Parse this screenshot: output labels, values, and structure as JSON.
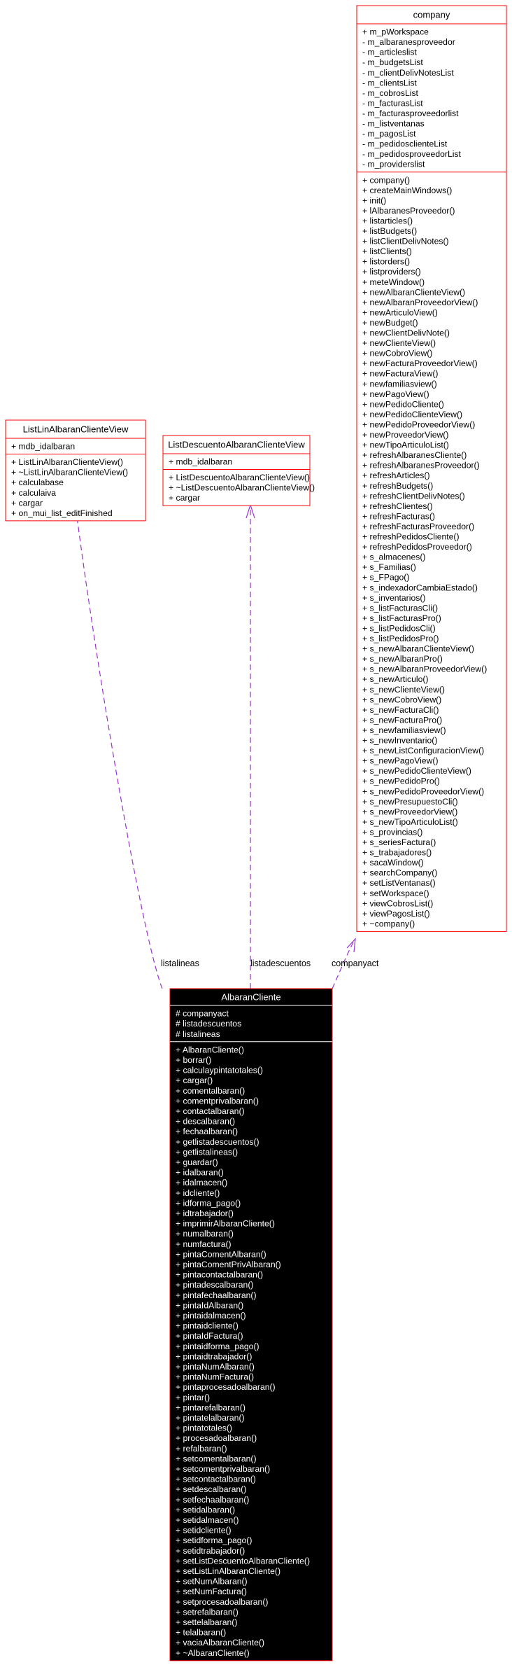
{
  "colors": {
    "border": "#ff0000",
    "edge": "#9a32cd",
    "highlight_fill": "#000000",
    "highlight_text": "#ffffff",
    "normal_fill": "#ffffff",
    "normal_text": "#000000"
  },
  "classes": {
    "company": {
      "title": "company",
      "attributes": [
        "+ m_pWorkspace",
        "- m_albaranesproveedor",
        "- m_articleslist",
        "- m_budgetsList",
        "- m_clientDelivNotesList",
        "- m_clientsList",
        "- m_cobrosList",
        "- m_facturasList",
        "- m_facturasproveedorlist",
        "- m_listventanas",
        "- m_pagosList",
        "- m_pedidosclienteList",
        "- m_pedidosproveedorList",
        "- m_providerslist"
      ],
      "methods": [
        "+ company()",
        "+ createMainWindows()",
        "+ init()",
        "+ lAlbaranesProveedor()",
        "+ listarticles()",
        "+ listBudgets()",
        "+ listClientDelivNotes()",
        "+ listClients()",
        "+ listorders()",
        "+ listproviders()",
        "+ meteWindow()",
        "+ newAlbaranClienteView()",
        "+ newAlbaranProveedorView()",
        "+ newArticuloView()",
        "+ newBudget()",
        "+ newClientDelivNote()",
        "+ newClienteView()",
        "+ newCobroView()",
        "+ newFacturaProveedorView()",
        "+ newFacturaView()",
        "+ newfamiliasview()",
        "+ newPagoView()",
        "+ newPedidoCliente()",
        "+ newPedidoClienteView()",
        "+ newPedidoProveedorView()",
        "+ newProveedorView()",
        "+ newTipoArticuloList()",
        "+ refreshAlbaranesCliente()",
        "+ refreshAlbaranesProveedor()",
        "+ refreshArticles()",
        "+ refreshBudgets()",
        "+ refreshClientDelivNotes()",
        "+ refreshClientes()",
        "+ refreshFacturas()",
        "+ refreshFacturasProveedor()",
        "+ refreshPedidosCliente()",
        "+ refreshPedidosProveedor()",
        "+ s_almacenes()",
        "+ s_Familias()",
        "+ s_FPago()",
        "+ s_indexadorCambiaEstado()",
        "+ s_inventarios()",
        "+ s_listFacturasCli()",
        "+ s_listFacturasPro()",
        "+ s_listPedidosCli()",
        "+ s_listPedidosPro()",
        "+ s_newAlbaranClienteView()",
        "+ s_newAlbaranPro()",
        "+ s_newAlbaranProveedorView()",
        "+ s_newArticulo()",
        "+ s_newClienteView()",
        "+ s_newCobroView()",
        "+ s_newFacturaCli()",
        "+ s_newFacturaPro()",
        "+ s_newfamiliasview()",
        "+ s_newInventario()",
        "+ s_newListConfiguracionView()",
        "+ s_newPagoView()",
        "+ s_newPedidoClienteView()",
        "+ s_newPedidoPro()",
        "+ s_newPedidoProveedorView()",
        "+ s_newPresupuestoCli()",
        "+ s_newProveedorView()",
        "+ s_newTipoArticuloList()",
        "+ s_provincias()",
        "+ s_seriesFactura()",
        "+ s_trabajadores()",
        "+ sacaWindow()",
        "+ searchCompany()",
        "+ setListVentanas()",
        "+ setWorkspace()",
        "+ viewCobrosList()",
        "+ viewPagosList()",
        "+ ~company()"
      ]
    },
    "listlin": {
      "title": "ListLinAlbaranClienteView",
      "attributes": [
        "+ mdb_idalbaran"
      ],
      "methods": [
        "+ ListLinAlbaranClienteView()",
        "+ ~ListLinAlbaranClienteView()",
        "+ calculabase",
        "+ calculaiva",
        "+ cargar",
        "+ on_mui_list_editFinished"
      ]
    },
    "listdesc": {
      "title": "ListDescuentoAlbaranClienteView",
      "attributes": [
        "+ mdb_idalbaran"
      ],
      "methods": [
        "+ ListDescuentoAlbaranClienteView()",
        "+ ~ListDescuentoAlbaranClienteView()",
        "+ cargar"
      ]
    },
    "albaran": {
      "title": "AlbaranCliente",
      "attributes": [
        "# companyact",
        "# listadescuentos",
        "# listalineas"
      ],
      "methods": [
        "+ AlbaranCliente()",
        "+ borrar()",
        "+ calculaypintatotales()",
        "+ cargar()",
        "+ comentalbaran()",
        "+ comentprivalbaran()",
        "+ contactalbaran()",
        "+ descalbaran()",
        "+ fechaalbaran()",
        "+ getlistadescuentos()",
        "+ getlistalineas()",
        "+ guardar()",
        "+ idalbaran()",
        "+ idalmacen()",
        "+ idcliente()",
        "+ idforma_pago()",
        "+ idtrabajador()",
        "+ imprimirAlbaranCliente()",
        "+ numalbaran()",
        "+ numfactura()",
        "+ pintaComentAlbaran()",
        "+ pintaComentPrivAlbaran()",
        "+ pintacontactalbaran()",
        "+ pintadescalbaran()",
        "+ pintafechaalbaran()",
        "+ pintaIdAlbaran()",
        "+ pintaidalmacen()",
        "+ pintaidcliente()",
        "+ pintaIdFactura()",
        "+ pintaidforma_pago()",
        "+ pintaidtrabajador()",
        "+ pintaNumAlbaran()",
        "+ pintaNumFactura()",
        "+ pintaprocesadoalbaran()",
        "+ pintar()",
        "+ pintarefalbaran()",
        "+ pintatelalbaran()",
        "+ pintatotales()",
        "+ procesadoalbaran()",
        "+ refalbaran()",
        "+ setcomentalbaran()",
        "+ setcomentprivalbaran()",
        "+ setcontactalbaran()",
        "+ setdescalbaran()",
        "+ setfechaalbaran()",
        "+ setidalbaran()",
        "+ setidalmacen()",
        "+ setidcliente()",
        "+ setidforma_pago()",
        "+ setidtrabajador()",
        "+ setListDescuentoAlbaranCliente()",
        "+ setListLinAlbaranCliente()",
        "+ setNumAlbaran()",
        "+ setNumFactura()",
        "+ setprocesadoalbaran()",
        "+ setrefalbaran()",
        "+ settelalbaran()",
        "+ telalbaran()",
        "+ vaciaAlbaranCliente()",
        "+ ~AlbaranCliente()"
      ]
    }
  },
  "edges": {
    "listalineas": "listalineas",
    "listadescuentos": "listadescuentos",
    "companyact": "companyact"
  }
}
